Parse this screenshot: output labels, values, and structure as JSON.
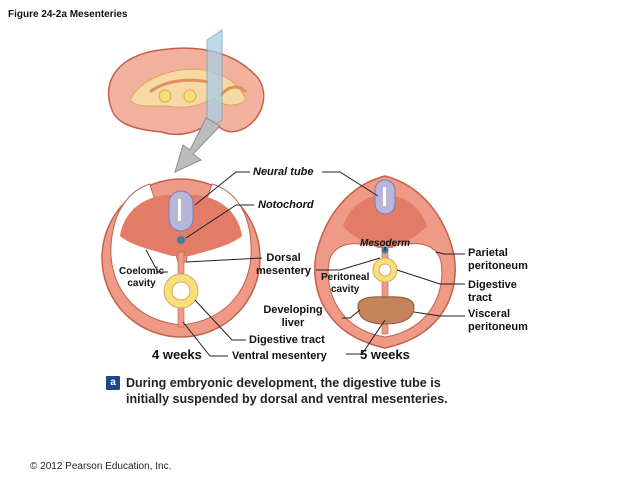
{
  "figure_title": "Figure 24-2a  Mesenteries",
  "labels": {
    "neural_tube": "Neural tube",
    "notochord": "Notochord",
    "mesoderm": "Mesoderm",
    "parietal_peritoneum": "Parietal\nperitoneum",
    "dorsal_mesentery": "Dorsal\nmesentery",
    "coelomic_cavity": "Coelomic\ncavity",
    "peritoneal_cavity": "Peritoneal\ncavity",
    "digestive_tract_right": "Digestive\ntract",
    "visceral_peritoneum": "Visceral\nperitoneum",
    "developing_liver": "Developing\nliver",
    "digestive_tract_bottom": "Digestive tract",
    "ventral_mesentery": "Ventral mesentery",
    "four_weeks": "4 weeks",
    "five_weeks": "5 weeks"
  },
  "caption": {
    "badge": "a",
    "text": "During embryonic development, the digestive tube is initially suspended by dorsal and ventral mesenteries."
  },
  "copyright": "© 2012 Pearson Education, Inc.",
  "colors": {
    "mesoderm": "#ee9a86",
    "mesoderm_outline": "#c4604a",
    "dark_pink": "#e37c66",
    "neural_tube": "#b7b5d9",
    "notochord": "#3a7ea8",
    "gut_yellow": "#f7e07a",
    "liver": "#c4835a",
    "plane": "#a8cde4",
    "arrow": "#b9b9b9",
    "badge": "#1a4a8a"
  }
}
